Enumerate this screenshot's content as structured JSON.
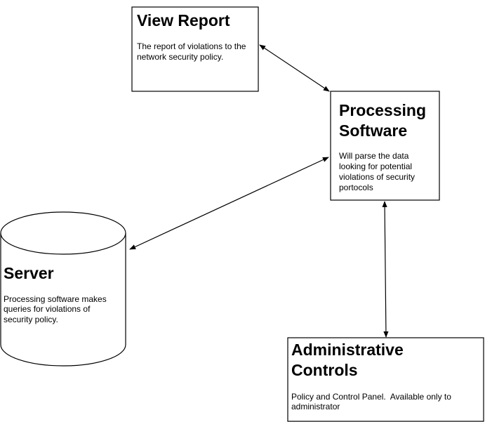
{
  "colors": {
    "background": "#ffffff",
    "stroke": "#000000",
    "text": "#000000"
  },
  "nodes": {
    "view_report": {
      "title": [
        "View Report"
      ],
      "description": [
        "The report of violations to the",
        "network security policy."
      ]
    },
    "processing_software": {
      "title": [
        "Processing",
        "Software"
      ],
      "description": [
        "Will parse the data",
        "looking for potential",
        "violations of security",
        "portocols"
      ]
    },
    "server": {
      "shape": "cylinder",
      "title": [
        "Server"
      ],
      "description": [
        "Processing software makes",
        "queries for violations of",
        "security policy."
      ]
    },
    "administrative_controls": {
      "title": [
        "Administrative",
        "Controls"
      ],
      "description": [
        "Policy and Control Panel.  Available only to",
        "administrator"
      ]
    }
  },
  "edges": [
    {
      "from": "view_report",
      "to": "processing_software",
      "direction": "both"
    },
    {
      "from": "server",
      "to": "processing_software",
      "direction": "both"
    },
    {
      "from": "processing_software",
      "to": "administrative_controls",
      "direction": "both"
    }
  ]
}
